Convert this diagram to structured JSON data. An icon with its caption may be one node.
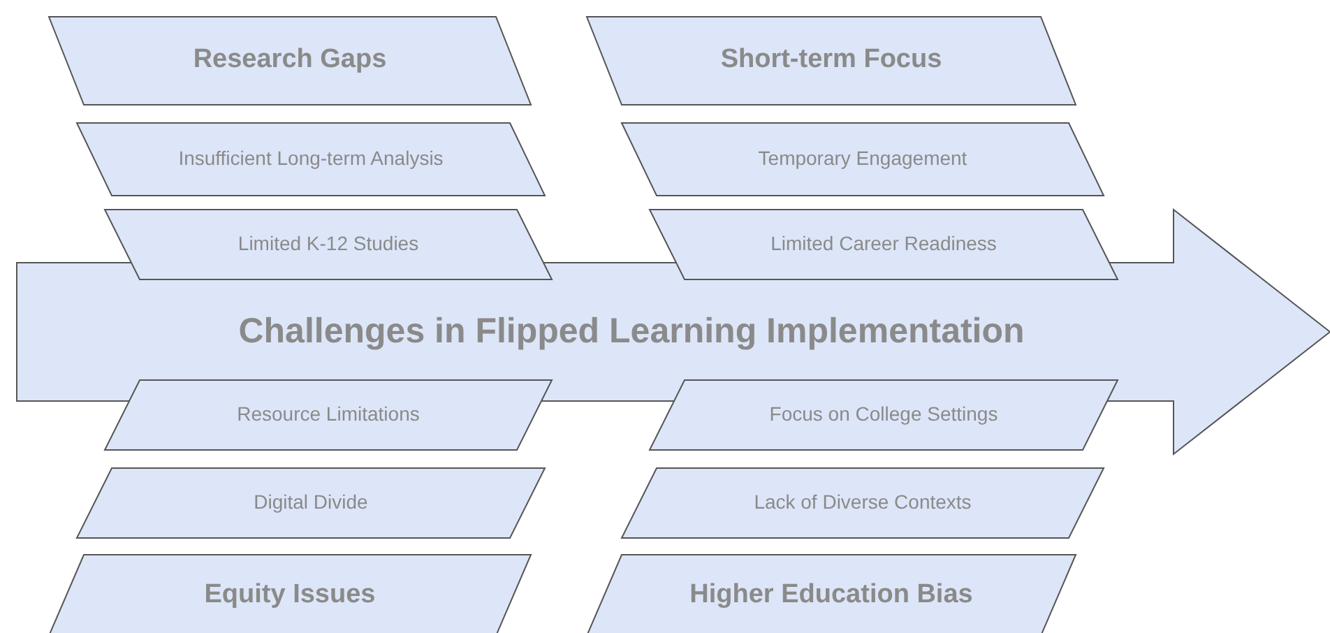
{
  "diagram": {
    "nodes": [
      {
        "text": [
          "Research Gaps"
        ]
      },
      {
        "text": [
          "Short-term Focus"
        ]
      },
      {
        "text": [
          "Insufficient Long-term Analysis"
        ]
      },
      {
        "text": [
          "Temporary Engagement"
        ]
      },
      {
        "text": [
          "Limited K-12 Studies"
        ]
      },
      {
        "text": [
          "Limited Career Readiness"
        ]
      },
      {
        "text": [
          "Challenges in Flipped Learning Implementation"
        ]
      },
      {
        "text": [
          "Resource Limitations"
        ]
      },
      {
        "text": [
          "Focus on College Settings"
        ]
      },
      {
        "text": [
          "Digital Divide"
        ]
      },
      {
        "text": [
          "Lack of Diverse Contexts"
        ]
      },
      {
        "text": [
          "Equity Issues"
        ]
      },
      {
        "text": [
          "Higher Education Bias"
        ]
      }
    ]
  }
}
